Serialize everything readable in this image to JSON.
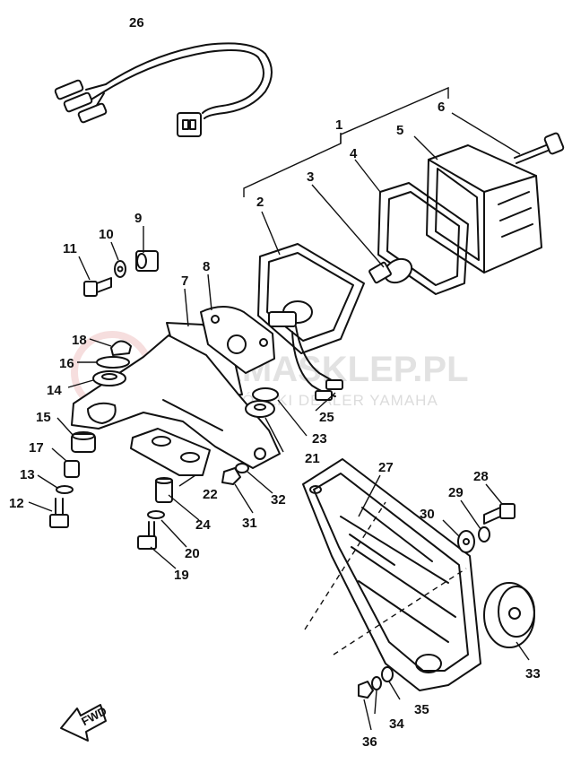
{
  "diagram": {
    "watermark": {
      "main": "YAMASKLEP.PL",
      "sub": "WOJEWÓDZKI DEALER YAMAHA"
    },
    "direction_marker": "FWD",
    "part_numbers": [
      "1",
      "2",
      "3",
      "4",
      "5",
      "6",
      "7",
      "8",
      "9",
      "10",
      "11",
      "12",
      "13",
      "14",
      "15",
      "16",
      "17",
      "18",
      "19",
      "20",
      "21",
      "22",
      "23",
      "24",
      "25",
      "26",
      "27",
      "28",
      "29",
      "30",
      "31",
      "32",
      "33",
      "34",
      "35",
      "36"
    ]
  }
}
